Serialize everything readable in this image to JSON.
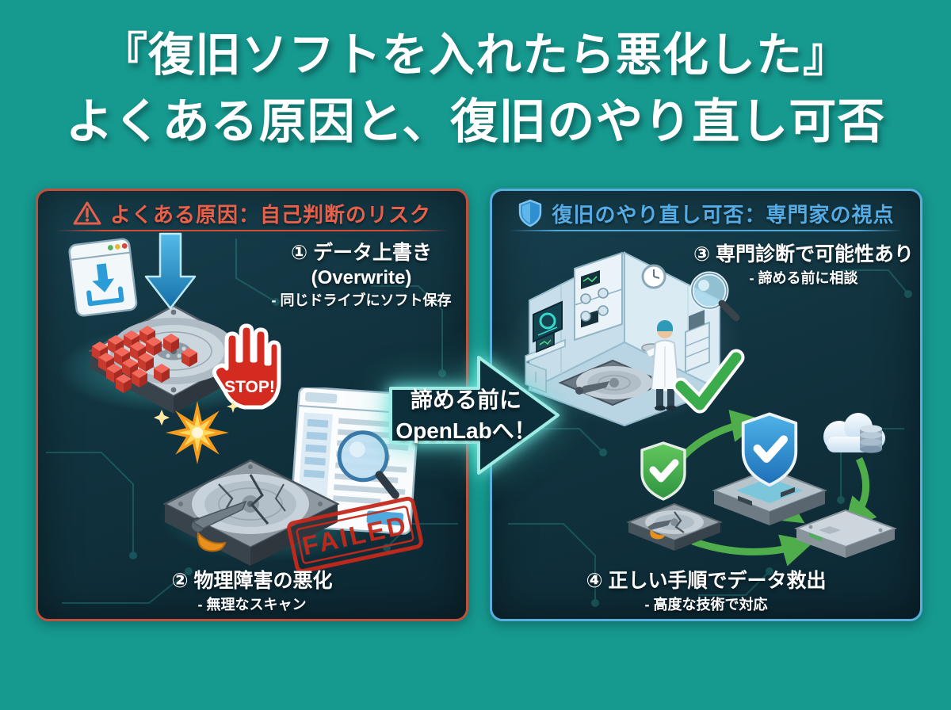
{
  "title": {
    "line1": "『復旧ソフトを入れたら悪化した』",
    "line2": "よくある原因と、復旧のやり直し可否"
  },
  "left_panel": {
    "header": "よくある原因：自己判断のリスク",
    "header_icon": "warning-triangle",
    "item1": {
      "title": "① データ上書き",
      "subtitle": "(Overwrite)",
      "note": "- 同じドライブにソフト保存",
      "stop_label": "STOP!"
    },
    "item2": {
      "title": "② 物理障害の悪化",
      "note": "- 無理なスキャン",
      "failed_label": "FAILED"
    }
  },
  "right_panel": {
    "header": "復旧のやり直し可否：専門家の視点",
    "header_icon": "shield",
    "item3": {
      "title": "③ 専門診断で可能性あり",
      "note": "- 諦める前に相談"
    },
    "item4": {
      "title": "④ 正しい手順でデータ救出",
      "note": "- 高度な技術で対応"
    }
  },
  "center_arrow": {
    "line1": "諦める前に",
    "line2": "OpenLabへ！"
  },
  "colors": {
    "background": "#16998F",
    "panel_bg": "#11333F",
    "left_accent": "#E8604A",
    "right_accent": "#55ACE4",
    "arrow_glow": "#9FEDE6",
    "stop_red": "#D32B20",
    "failed_red": "#C5291B",
    "check_green": "#3BAC4B",
    "download_blue": "#2B9CD8",
    "text_white": "#FFFFFF"
  }
}
